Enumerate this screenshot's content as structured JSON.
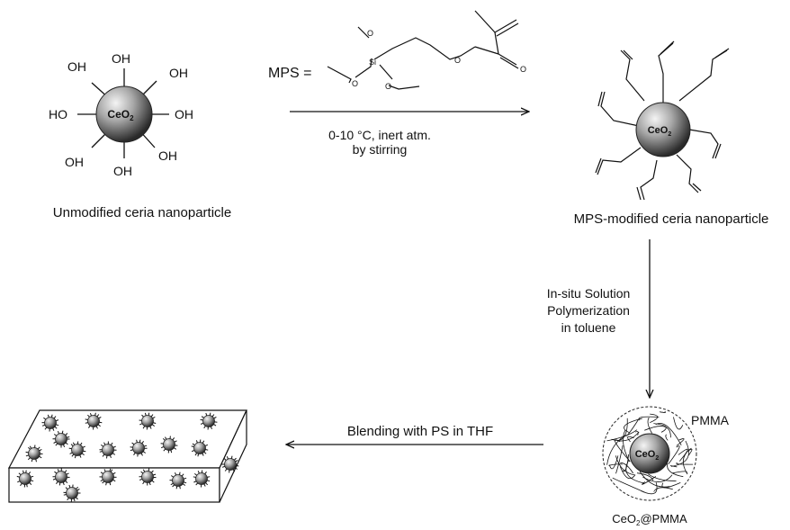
{
  "mps_label": "MPS =",
  "structure_atoms": {
    "silicon": "Si",
    "oxygen": "O"
  },
  "step1_condition_line1": "0-10 °C, inert atm.",
  "step1_condition_line2": "by stirring",
  "step2_condition_line1": "In-situ Solution",
  "step2_condition_line2": "Polymerization",
  "step2_condition_line3": "in toluene",
  "step3_condition": "Blending with PS in THF",
  "unmodified": {
    "caption": "Unmodified ceria nanoparticle",
    "core_main": "CeO",
    "core_sub": "2",
    "hydroxyl_labels": [
      "OH",
      "OH",
      "OH",
      "HO",
      "OH",
      "OH",
      "OH",
      "OH"
    ]
  },
  "modified": {
    "caption": "MPS-modified ceria nanoparticle",
    "core_main": "CeO",
    "core_sub": "2"
  },
  "coated": {
    "core_main": "CeO",
    "core_sub": "2",
    "shell_label": "PMMA",
    "caption_main": "CeO",
    "caption_sub": "2",
    "caption_rest": "@PMMA"
  },
  "colors": {
    "ink": "#111111",
    "sphere_light": "#f2f2f2",
    "sphere_mid": "#9a9a9a",
    "sphere_dark": "#2e2e2e"
  }
}
